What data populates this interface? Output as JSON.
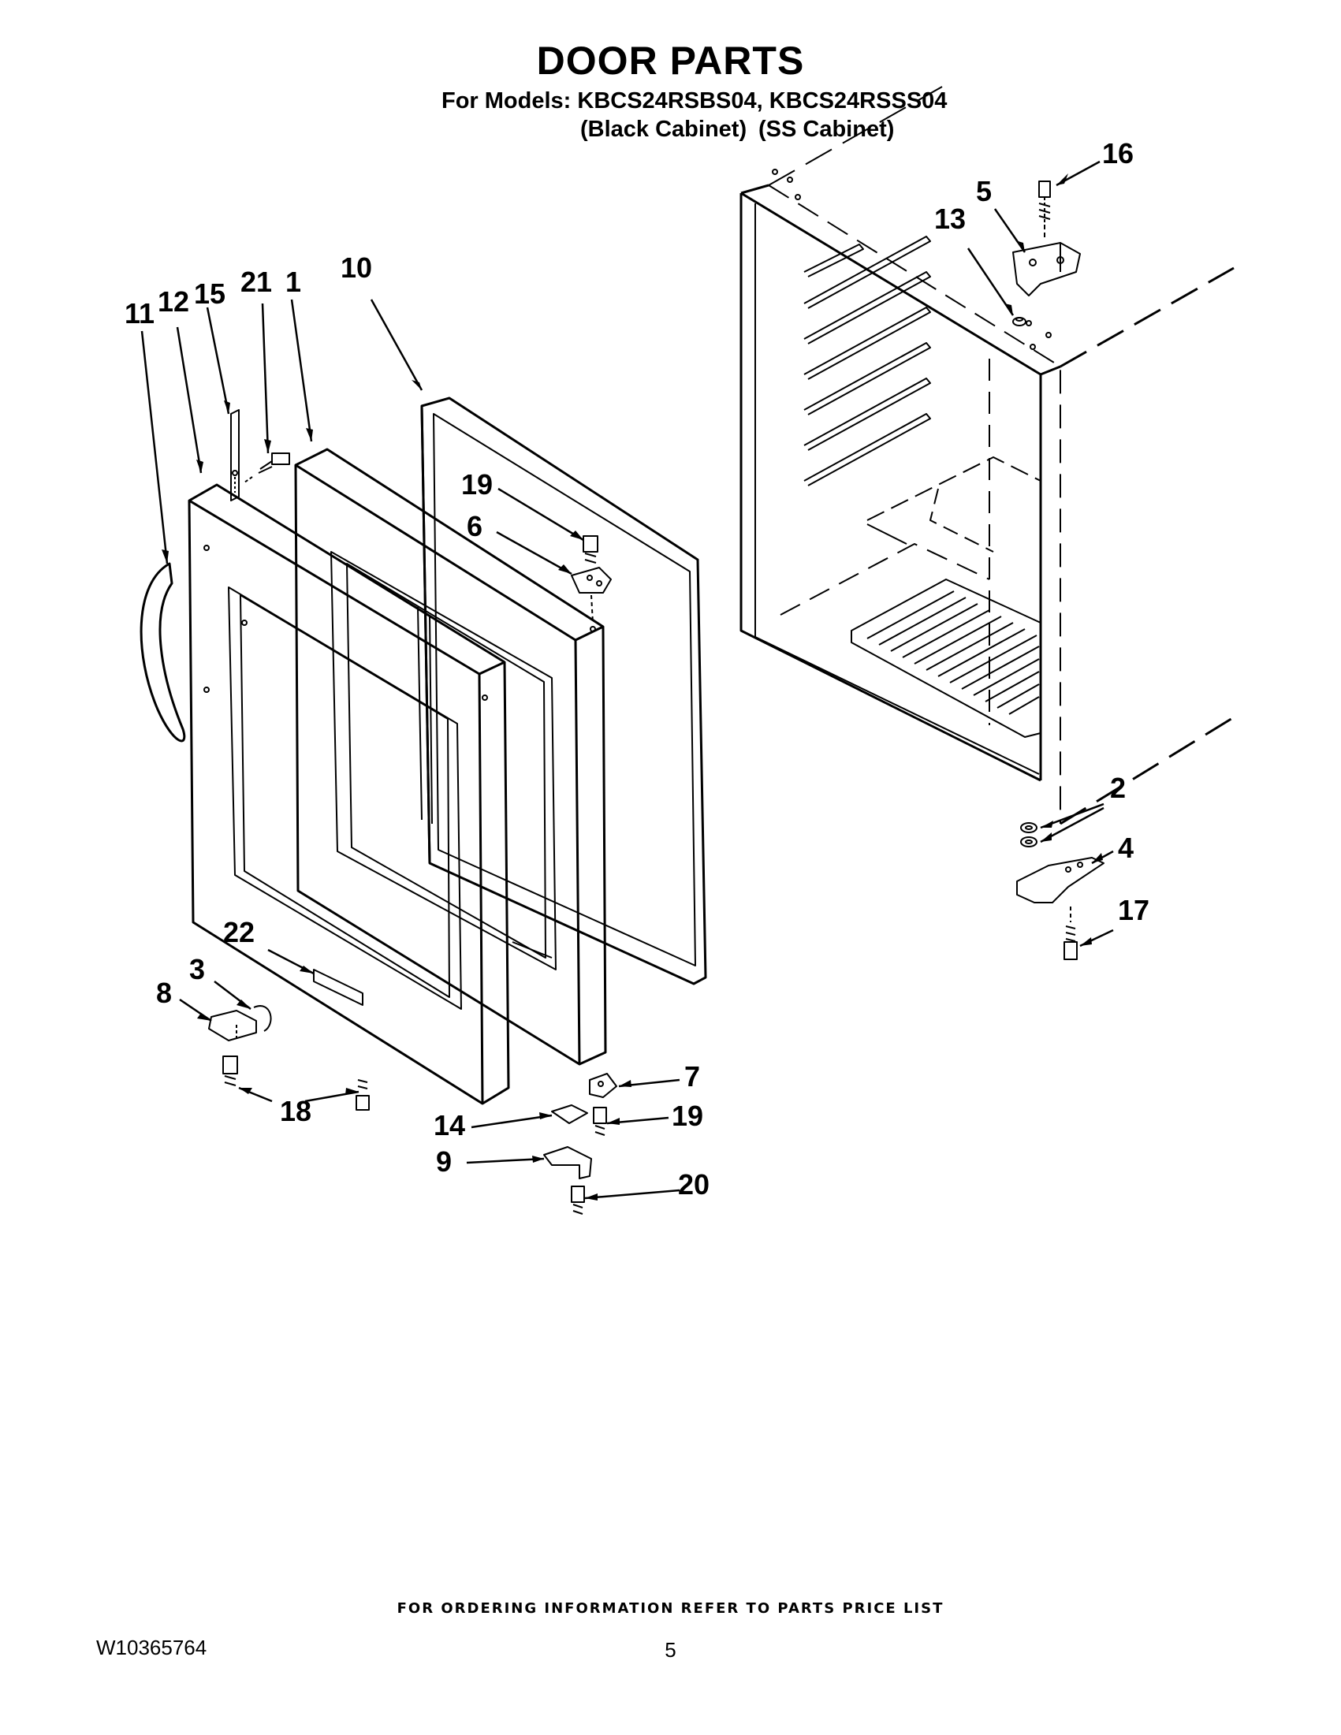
{
  "header": {
    "title": "DOOR PARTS",
    "models_line": "For Models: KBCS24RSBS04, KBCS24RSSS04",
    "cabinet_black": "(Black Cabinet)",
    "cabinet_ss": "(SS Cabinet)"
  },
  "callouts": {
    "c1": "1",
    "c2": "2",
    "c3": "3",
    "c4": "4",
    "c5": "5",
    "c6": "6",
    "c7": "7",
    "c8": "8",
    "c9": "9",
    "c10": "10",
    "c11": "11",
    "c12": "12",
    "c13": "13",
    "c14": "14",
    "c15": "15",
    "c16": "16",
    "c17": "17",
    "c18": "18",
    "c19a": "19",
    "c19b": "19",
    "c20": "20",
    "c21": "21",
    "c22": "22"
  },
  "footer": {
    "ordering_note": "FOR ORDERING INFORMATION REFER TO PARTS PRICE LIST",
    "doc_number": "W10365764",
    "page_number": "5"
  }
}
